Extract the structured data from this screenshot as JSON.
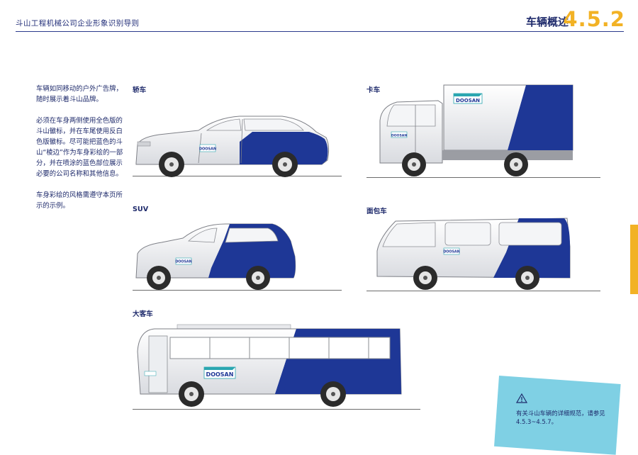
{
  "header": {
    "document_title": "斗山工程机械公司企业形象识别导则",
    "section_title": "车辆概述",
    "section_number": "4.5.2"
  },
  "intro": {
    "paragraphs": [
      "车辆如同移动的户外广告牌，随时展示着斗山品牌。",
      "必须在车身两侧使用全色版的斗山徽标，并在车尾使用反白色版徽标。尽可能把蓝色的斗山“棱边”作为车身彩绘的一部分，并在喷涂的蓝色部位展示必要的公司名称和其他信息。",
      "车身彩绘的风格需遵守本页所示的示例。"
    ]
  },
  "vehicles": {
    "sedan": {
      "label": "轿车"
    },
    "truck": {
      "label": "卡车"
    },
    "suv": {
      "label": "SUV"
    },
    "van": {
      "label": "面包车"
    },
    "bus": {
      "label": "大客车"
    }
  },
  "logo_text": "DOOSAN",
  "note": {
    "icon": "warning-icon",
    "text": "有关斗山车辆的详细规范，请参见4.5.3~4.5.7。"
  },
  "colors": {
    "brand_blue": "#1e3796",
    "accent_yellow": "#f2b225",
    "note_cyan": "#7fd0e4",
    "logo_teal": "#2aa6b0"
  }
}
